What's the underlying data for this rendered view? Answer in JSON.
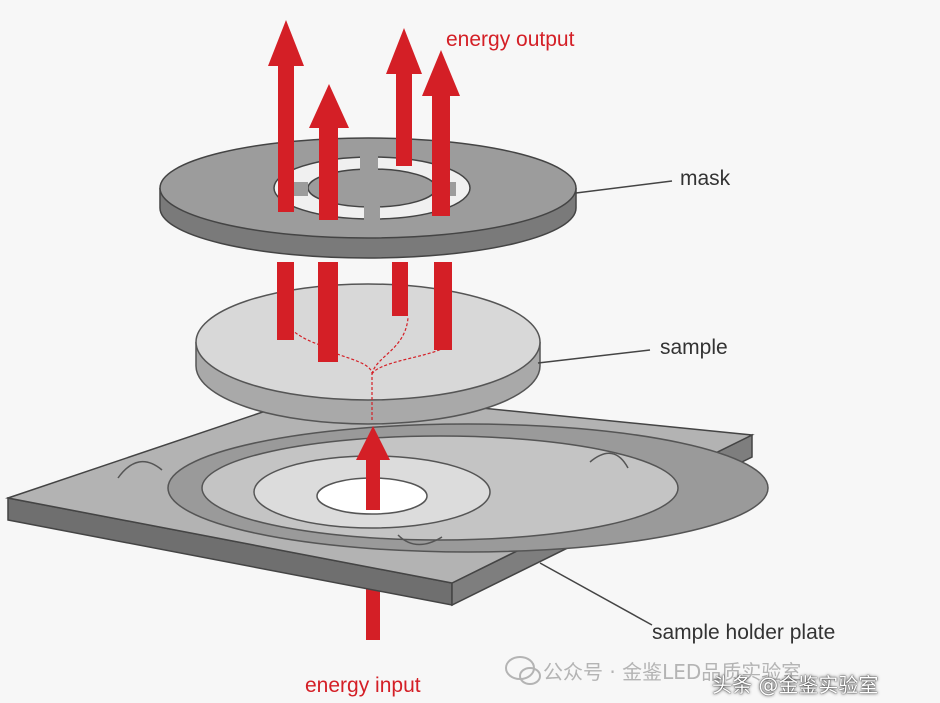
{
  "labels": {
    "energy_output": "energy output",
    "mask": "mask",
    "sample": "sample",
    "sample_holder_plate": "sample holder plate",
    "energy_input": "energy input"
  },
  "watermark": {
    "line1": "公众号 · 金鉴LED品质实验室",
    "line2": "头条 @金鉴实验室"
  },
  "colors": {
    "arrow": "#d41f26",
    "plate": "#8a8a8a",
    "plate_top": "#b3b3b3",
    "label_text": "#333333",
    "label_red": "#d41f26"
  }
}
